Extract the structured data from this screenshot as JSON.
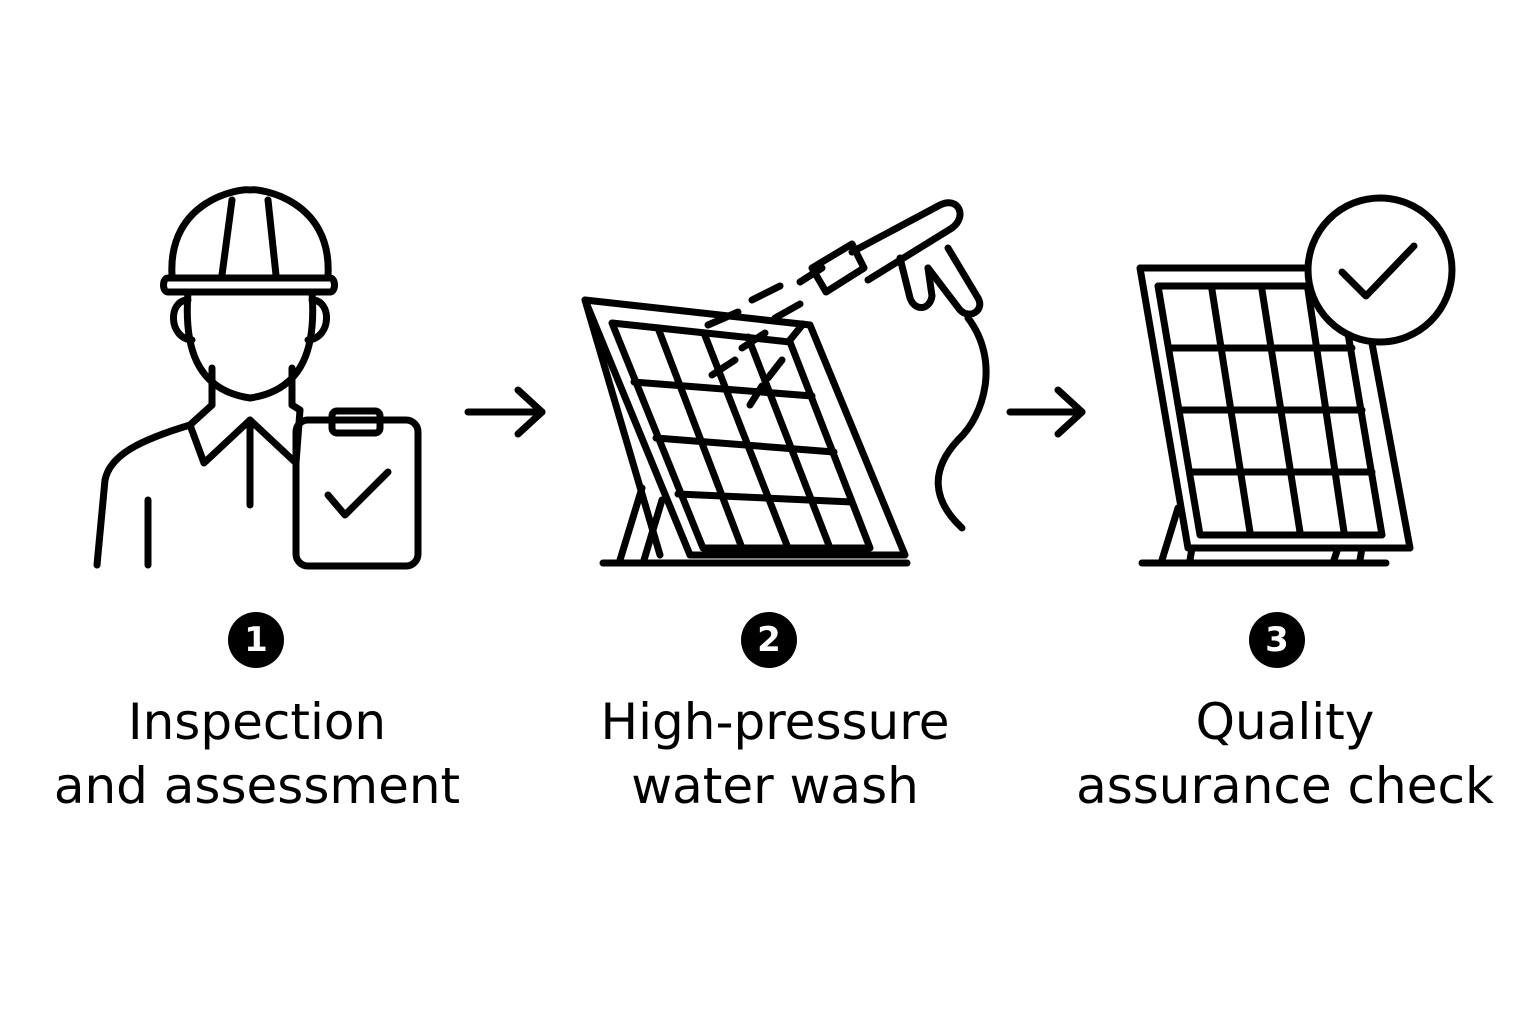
{
  "colors": {
    "ink": "#000000",
    "background": "#ffffff"
  },
  "steps": [
    {
      "number": "1",
      "label_line1": "Inspection",
      "label_line2": "and assessment",
      "icon": "inspector-with-clipboard-icon"
    },
    {
      "number": "2",
      "label_line1": "High-pressure",
      "label_line2": "water wash",
      "icon": "solar-panel-pressure-washer-icon"
    },
    {
      "number": "3",
      "label_line1": "Quality",
      "label_line2": "assurance check",
      "icon": "solar-panel-checkmark-icon"
    }
  ],
  "connectors": [
    "arrow-right-icon",
    "arrow-right-icon"
  ]
}
